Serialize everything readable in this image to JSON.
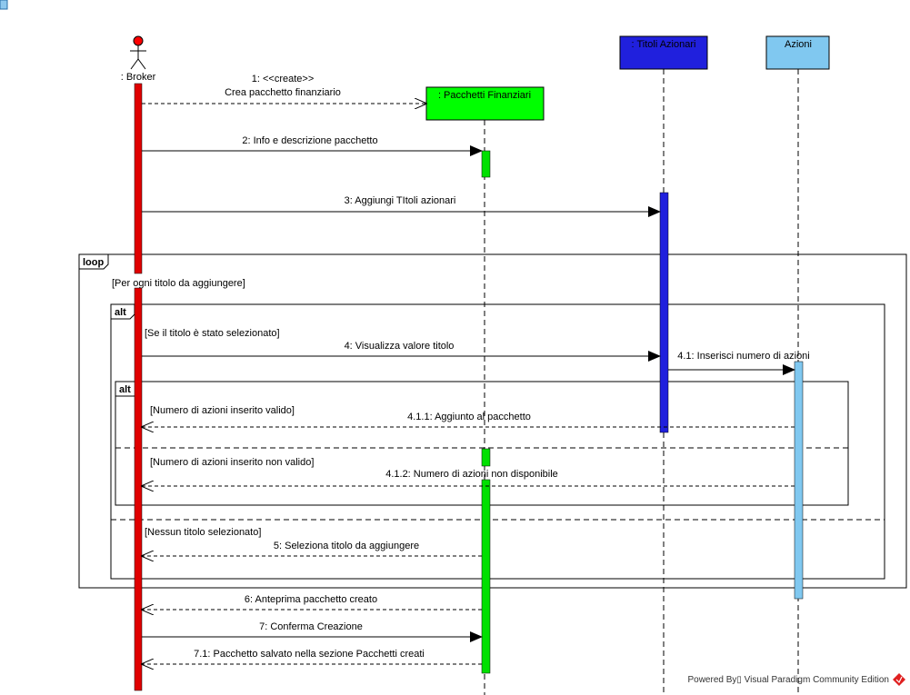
{
  "participants": [
    {
      "id": "broker",
      "label": ": Broker",
      "kind": "actor",
      "color": "#ff0000"
    },
    {
      "id": "pacchetti",
      "label": ": Pacchetti Finanziari",
      "kind": "object",
      "color": "#00ff00"
    },
    {
      "id": "titoli",
      "label": ": Titoli Azionari",
      "kind": "object",
      "color": "#2020dd"
    },
    {
      "id": "azioni",
      "label": "Azioni",
      "kind": "object",
      "color": "#80c8f0"
    }
  ],
  "messages": [
    {
      "id": "m1",
      "label_line1": "1: <<create>>",
      "label_line2": "Crea pacchetto finanziario",
      "style": "create"
    },
    {
      "id": "m2",
      "label": "2: Info e descrizione pacchetto",
      "style": "sync"
    },
    {
      "id": "m3",
      "label": "3: Aggiungi TItoli azionari",
      "style": "sync"
    },
    {
      "id": "m4",
      "label": "4: Visualizza valore titolo",
      "style": "sync"
    },
    {
      "id": "m41",
      "label": "4.1: Inserisci numero di azioni",
      "style": "sync"
    },
    {
      "id": "m411",
      "label": "4.1.1: Aggiunto al pacchetto",
      "style": "return"
    },
    {
      "id": "m412",
      "label": "4.1.2: Numero di azioni non disponibile",
      "style": "return"
    },
    {
      "id": "m5",
      "label": "5: Seleziona titolo da aggiungere",
      "style": "return"
    },
    {
      "id": "m6",
      "label": "6: Anteprima pacchetto creato",
      "style": "return"
    },
    {
      "id": "m7",
      "label": "7: Conferma Creazione",
      "style": "sync"
    },
    {
      "id": "m71",
      "label": "7.1: Pacchetto salvato nella sezione Pacchetti creati",
      "style": "return"
    }
  ],
  "fragments": {
    "loop": {
      "tag": "loop",
      "guard": "[Per ogni titolo da aggiungere]"
    },
    "alt_outer": {
      "tag": "alt",
      "guard1": "[Se il titolo è stato selezionato]",
      "guard2": "[Nessun titolo selezionato]"
    },
    "alt_inner": {
      "tag": "alt",
      "guard1": "[Numero di azioni inserito valido]",
      "guard2": "[Numero di azioni inserito non valido]"
    }
  },
  "footer": {
    "text": "Powered By▯ Visual Paradigm Community Edition",
    "logo_color": "#e02020"
  },
  "colors": {
    "line": "#000000",
    "dashed": "#000000"
  }
}
